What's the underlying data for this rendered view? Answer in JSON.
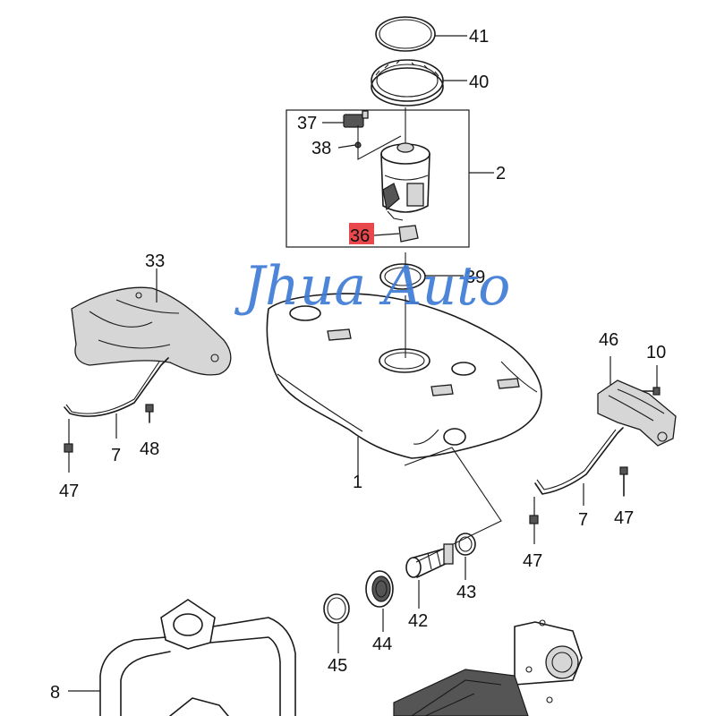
{
  "watermark": "Jhua Auto",
  "highlight_color": "#e8484c",
  "watermark_color": "#3e7bd6",
  "callouts": {
    "c41": "41",
    "c40": "40",
    "c37": "37",
    "c38": "38",
    "c2": "2",
    "c36": "36",
    "c39": "39",
    "c33": "33",
    "c46": "46",
    "c10": "10",
    "c7a": "7",
    "c48": "48",
    "c47a": "47",
    "c1": "1",
    "c7b": "7",
    "c47b": "47",
    "c47c": "47",
    "c43": "43",
    "c42": "42",
    "c44": "44",
    "c45": "45",
    "c8": "8"
  }
}
